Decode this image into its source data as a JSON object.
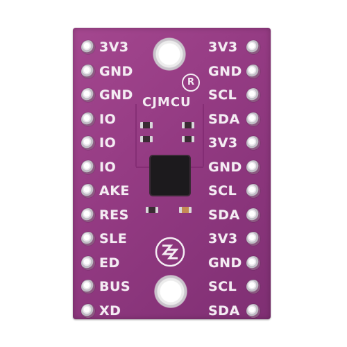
{
  "board": {
    "brand": "CJMCU",
    "registered_mark": "R",
    "left_labels": [
      "3V3",
      "GND",
      "GND",
      "IO",
      "IO",
      "IO",
      "AKE",
      "RES",
      "SLE",
      "ED",
      "BUS",
      "XD"
    ],
    "right_labels": [
      "3V3",
      "GND",
      "SCL",
      "SDA",
      "3V3",
      "GND",
      "SCL",
      "SDA",
      "3V3",
      "GND",
      "SCL",
      "SDA"
    ],
    "colors": {
      "pcb": "#933a82",
      "silkscreen": "#f4ecf3",
      "chip": "#1c1a1d"
    }
  }
}
